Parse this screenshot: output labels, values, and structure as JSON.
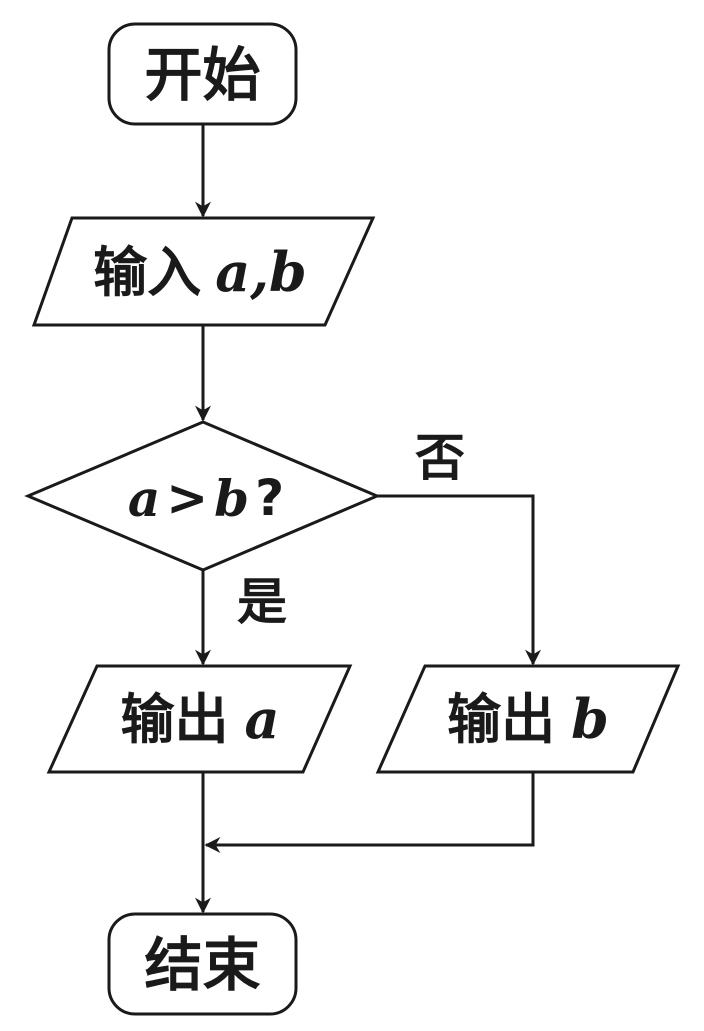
{
  "flowchart": {
    "start": {
      "text": "开始"
    },
    "input": {
      "prefix": "输入",
      "vars": "a,b"
    },
    "decision": {
      "var1": "a",
      "op": ">",
      "var2": "b",
      "q": "?"
    },
    "branch_no": "否",
    "branch_yes": "是",
    "output_a": {
      "prefix": "输出",
      "var": "a"
    },
    "output_b": {
      "prefix": "输出",
      "var": "b"
    },
    "end": {
      "text": "结束"
    }
  }
}
